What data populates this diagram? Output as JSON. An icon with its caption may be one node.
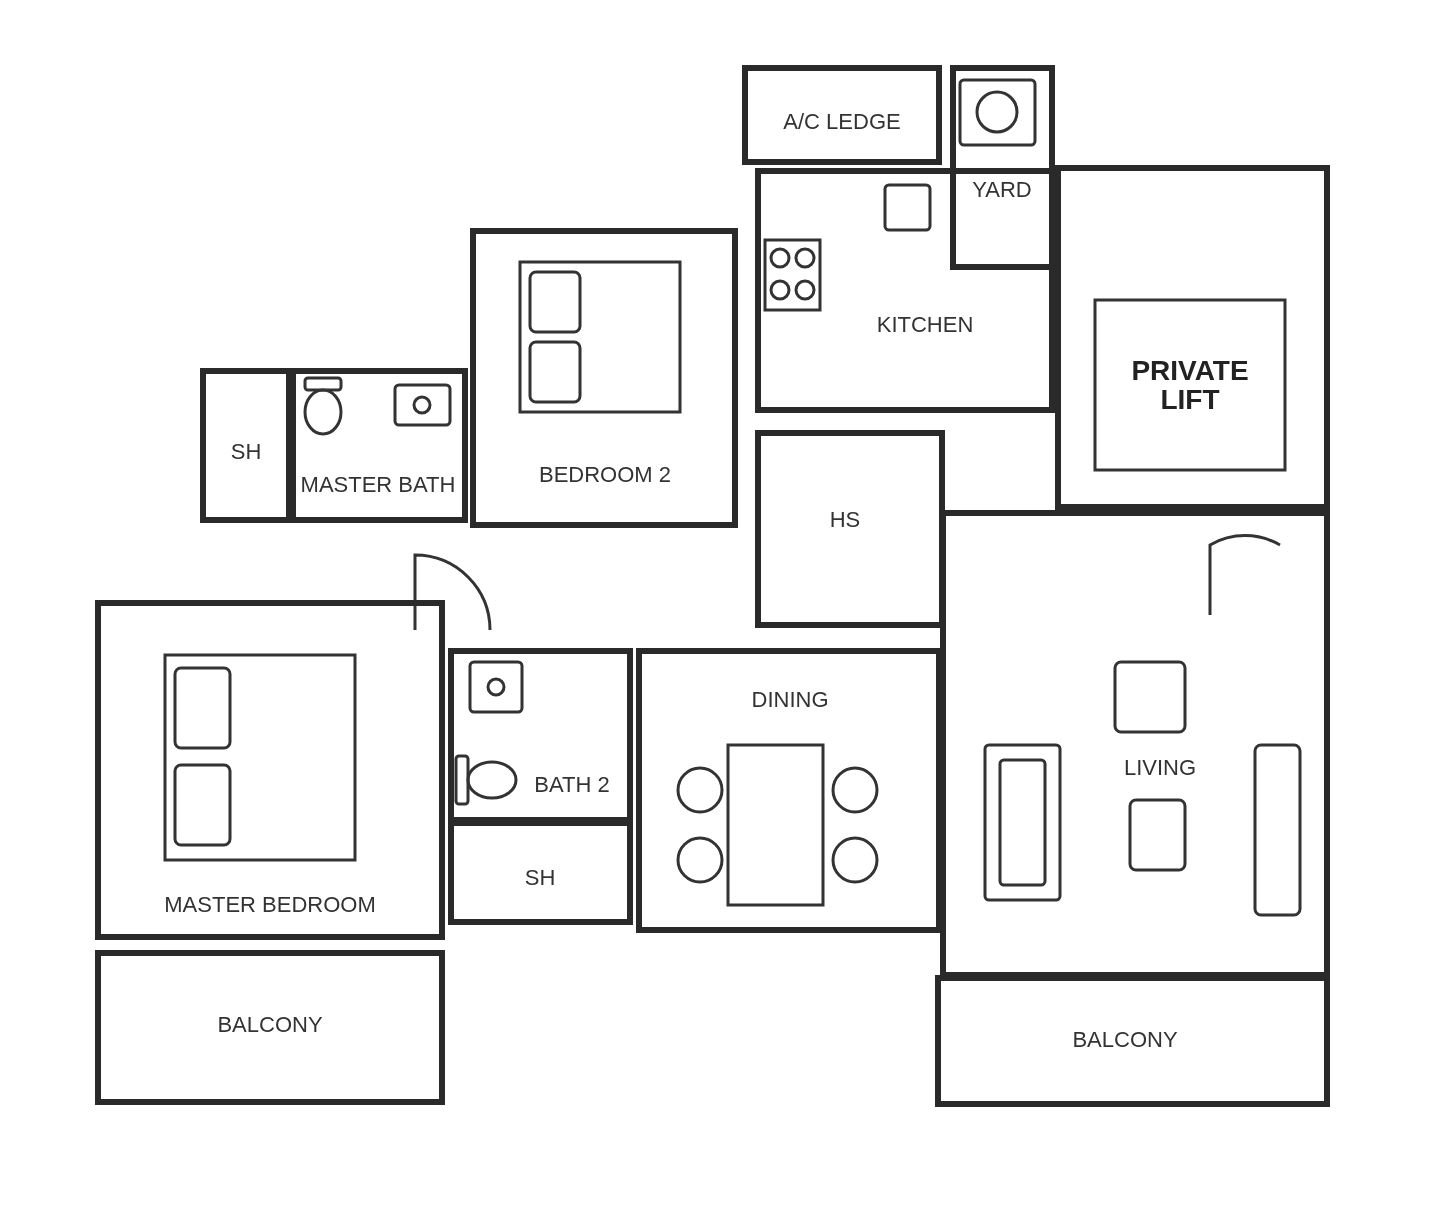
{
  "diagram": {
    "nodes": [
      {
        "text": [
          "A/C LEDGE"
        ]
      },
      {
        "text": [
          "YARD"
        ]
      },
      {
        "text": [
          "BEDROOM 2"
        ]
      },
      {
        "text": [
          "KITCHEN"
        ]
      },
      {
        "text": [
          "PRIVATE LIFT"
        ]
      },
      {
        "text": [
          "SH"
        ]
      },
      {
        "text": [
          "MASTER BATH"
        ]
      },
      {
        "text": [
          "HS"
        ]
      },
      {
        "text": [
          "MASTER BEDROOM"
        ]
      },
      {
        "text": [
          "BATH 2"
        ]
      },
      {
        "text": [
          "SH"
        ]
      },
      {
        "text": [
          "DINING"
        ]
      },
      {
        "text": [
          "LIVING"
        ]
      },
      {
        "text": [
          "BALCONY"
        ]
      },
      {
        "text": [
          "BALCONY"
        ]
      }
    ]
  }
}
